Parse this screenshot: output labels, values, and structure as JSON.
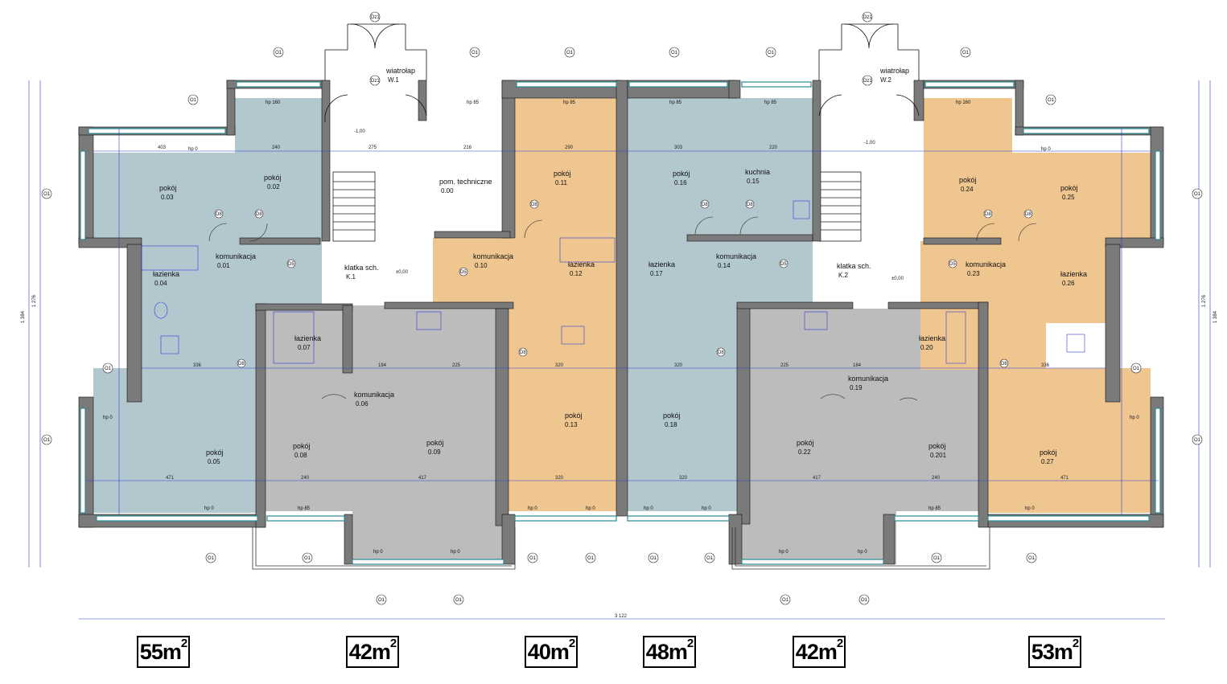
{
  "palette": {
    "blue": "#b3c7cf",
    "orange": "#efc68f",
    "gray": "#bcbcbc",
    "wall": "#7a7a7a",
    "dim": "#2f3bd6"
  },
  "rooms": [
    {
      "label": "pokój",
      "num": "0.03",
      "color": "blue"
    },
    {
      "label": "pokój",
      "num": "0.02",
      "color": "blue"
    },
    {
      "label": "komunikacja",
      "num": "0.01",
      "color": "blue"
    },
    {
      "label": "łazienka",
      "num": "0.04",
      "color": "blue"
    },
    {
      "label": "pokój",
      "num": "0.05",
      "color": "blue"
    },
    {
      "label": "łazienka",
      "num": "0.07",
      "color": "gray"
    },
    {
      "label": "pokój",
      "num": "0.08",
      "color": "gray"
    },
    {
      "label": "komunikacja",
      "num": "0.06",
      "color": "gray"
    },
    {
      "label": "pokój",
      "num": "0.09",
      "color": "gray"
    },
    {
      "label": "pom. techniczne",
      "num": "0.00",
      "color": "white"
    },
    {
      "label": "klatka sch.",
      "num": "K.1",
      "color": "white"
    },
    {
      "label": "wiatrołap",
      "num": "W.1",
      "color": "white"
    },
    {
      "label": "pokój",
      "num": "0.11",
      "color": "orange"
    },
    {
      "label": "komunikacja",
      "num": "0.10",
      "color": "orange"
    },
    {
      "label": "łazienka",
      "num": "0.12",
      "color": "orange"
    },
    {
      "label": "pokój",
      "num": "0.13",
      "color": "orange"
    },
    {
      "label": "pokój",
      "num": "0.16",
      "color": "blue"
    },
    {
      "label": "kuchnia",
      "num": "0.15",
      "color": "blue"
    },
    {
      "label": "łazienka",
      "num": "0.17",
      "color": "blue"
    },
    {
      "label": "komunikacja",
      "num": "0.14",
      "color": "blue"
    },
    {
      "label": "pokój",
      "num": "0.18",
      "color": "blue"
    },
    {
      "label": "klatka sch.",
      "num": "K.2",
      "color": "white"
    },
    {
      "label": "wiatrołap",
      "num": "W.2",
      "color": "white"
    },
    {
      "label": "pokój",
      "num": "0.22",
      "color": "gray"
    },
    {
      "label": "komunikacja",
      "num": "0.19",
      "color": "gray"
    },
    {
      "label": "łazienka",
      "num": "0.20",
      "color": "gray"
    },
    {
      "label": "pokój",
      "num": "0.201",
      "color": "gray"
    },
    {
      "label": "pokój",
      "num": "0.24",
      "color": "orange"
    },
    {
      "label": "pokój",
      "num": "0.25",
      "color": "orange"
    },
    {
      "label": "komunikacja",
      "num": "0.23",
      "color": "orange"
    },
    {
      "label": "łazienka",
      "num": "0.26",
      "color": "orange"
    },
    {
      "label": "pokój",
      "num": "0.27",
      "color": "orange"
    }
  ],
  "apartments": [
    {
      "area": "55",
      "unit": "m",
      "exp": "2"
    },
    {
      "area": "42",
      "unit": "m",
      "exp": "2"
    },
    {
      "area": "40",
      "unit": "m",
      "exp": "2"
    },
    {
      "area": "48",
      "unit": "m",
      "exp": "2"
    },
    {
      "area": "42",
      "unit": "m",
      "exp": "2"
    },
    {
      "area": "53",
      "unit": "m",
      "exp": "2"
    }
  ],
  "dimensions": {
    "top_row": [
      "403",
      "240",
      "275",
      "216",
      "290",
      "303",
      "220"
    ],
    "mid_row": [
      "336",
      "184",
      "225",
      "320",
      "320",
      "225",
      "184",
      "336"
    ],
    "bot_row": [
      "471",
      "240",
      "417",
      "320",
      "320",
      "417",
      "240",
      "471"
    ],
    "overall": "3 122",
    "left_height": "1 384",
    "left_inner": "1 276",
    "levels": [
      "±0,00",
      "-1,00"
    ]
  },
  "tags": {
    "window": "O1",
    "door": "D8",
    "door_alt": "D5",
    "entry_door": "Dz1",
    "sill_hp0": "hp 0",
    "sill_hp85": "hp 85",
    "sill_hp160": "hp 160"
  }
}
